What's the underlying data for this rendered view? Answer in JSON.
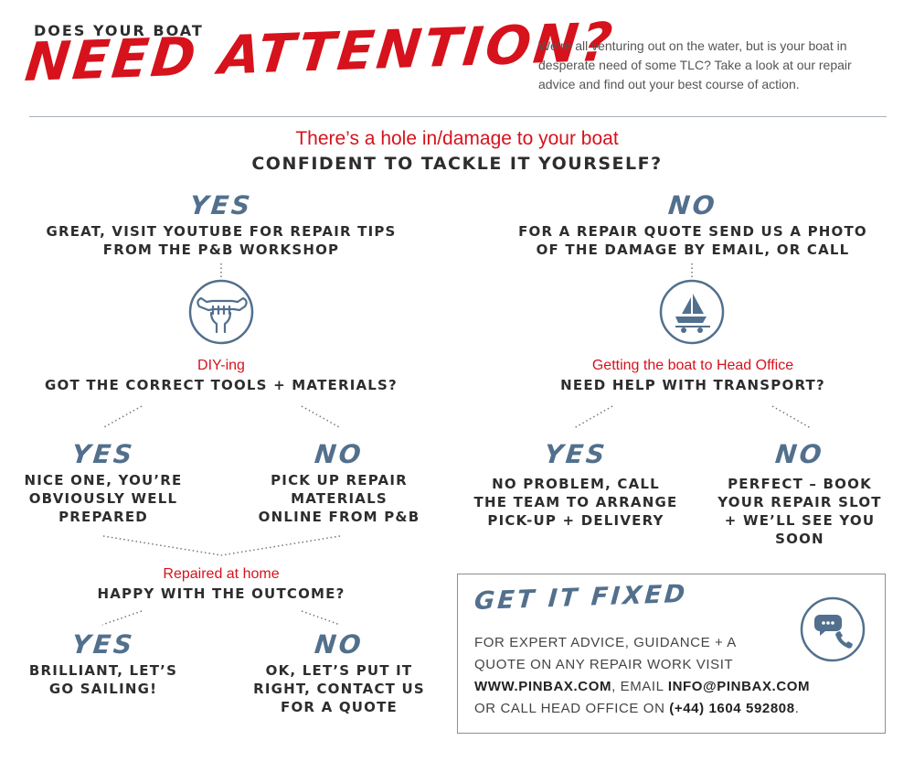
{
  "header": {
    "kicker": "DOES YOUR BOAT",
    "headline": "NEED ATTENTION?",
    "intro_line1": "We’re all venturing out on the water, but is your boat in",
    "intro_line2": "desperate need of some TLC? Take a look at our repair",
    "intro_line3": "advice and find out your best course of action."
  },
  "question": {
    "red_line": "There’s a hole in/damage to your boat",
    "main_line": "CONFIDENT TO TACKLE IT YOURSELF?"
  },
  "left": {
    "yes_label": "YES",
    "desc_line1": "GREAT, VISIT YOUTUBE FOR REPAIR TIPS",
    "desc_line2": "FROM THE P&B WORKSHOP",
    "icon": "fist-wrench-icon",
    "red_label": "DIY-ing",
    "question": "GOT THE CORRECT TOOLS + MATERIALS?",
    "yes": {
      "label": "YES",
      "line1": "NICE ONE, YOU’RE",
      "line2": "OBVIOUSLY WELL",
      "line3": "PREPARED"
    },
    "no": {
      "label": "NO",
      "line1": "PICK UP REPAIR",
      "line2": "MATERIALS",
      "line3": "ONLINE FROM P&B"
    },
    "outcome": {
      "red_label": "Repaired at home",
      "question": "HAPPY WITH THE OUTCOME?",
      "yes": {
        "label": "YES",
        "line1": "BRILLIANT, LET’S",
        "line2": "GO SAILING!"
      },
      "no": {
        "label": "NO",
        "line1": "OK, LET’S PUT IT",
        "line2": "RIGHT, CONTACT US",
        "line3": "FOR A QUOTE"
      }
    }
  },
  "right": {
    "no_label": "NO",
    "desc_line1": "FOR A REPAIR QUOTE SEND US A PHOTO",
    "desc_line2": "OF THE DAMAGE BY EMAIL, OR CALL",
    "icon": "boat-trailer-icon",
    "red_label": "Getting the boat to Head Office",
    "question": "NEED HELP WITH TRANSPORT?",
    "yes": {
      "label": "YES",
      "line1": "NO PROBLEM, CALL",
      "line2": "THE TEAM TO ARRANGE",
      "line3": "PICK-UP + DELIVERY"
    },
    "no": {
      "label": "NO",
      "line1": "PERFECT – BOOK",
      "line2": "YOUR REPAIR SLOT",
      "line3": "+ WE’LL SEE YOU",
      "line4": "SOON"
    }
  },
  "fixed_box": {
    "title": "GET IT FIXED",
    "icon": "phone-chat-icon",
    "line1": "FOR EXPERT ADVICE, GUIDANCE + A",
    "line2": "QUOTE ON ANY REPAIR WORK VISIT",
    "website": "WWW.PINBAX.COM",
    "email_prefix": ", EMAIL ",
    "email": "INFO@PINBAX.COM",
    "call_prefix": "OR CALL HEAD OFFICE ON ",
    "phone": "(+44) 1604 592808",
    "period": "."
  },
  "colors": {
    "accent_red": "#d6121c",
    "script_blue": "#52708d",
    "text_dark": "#2d2d2d"
  }
}
